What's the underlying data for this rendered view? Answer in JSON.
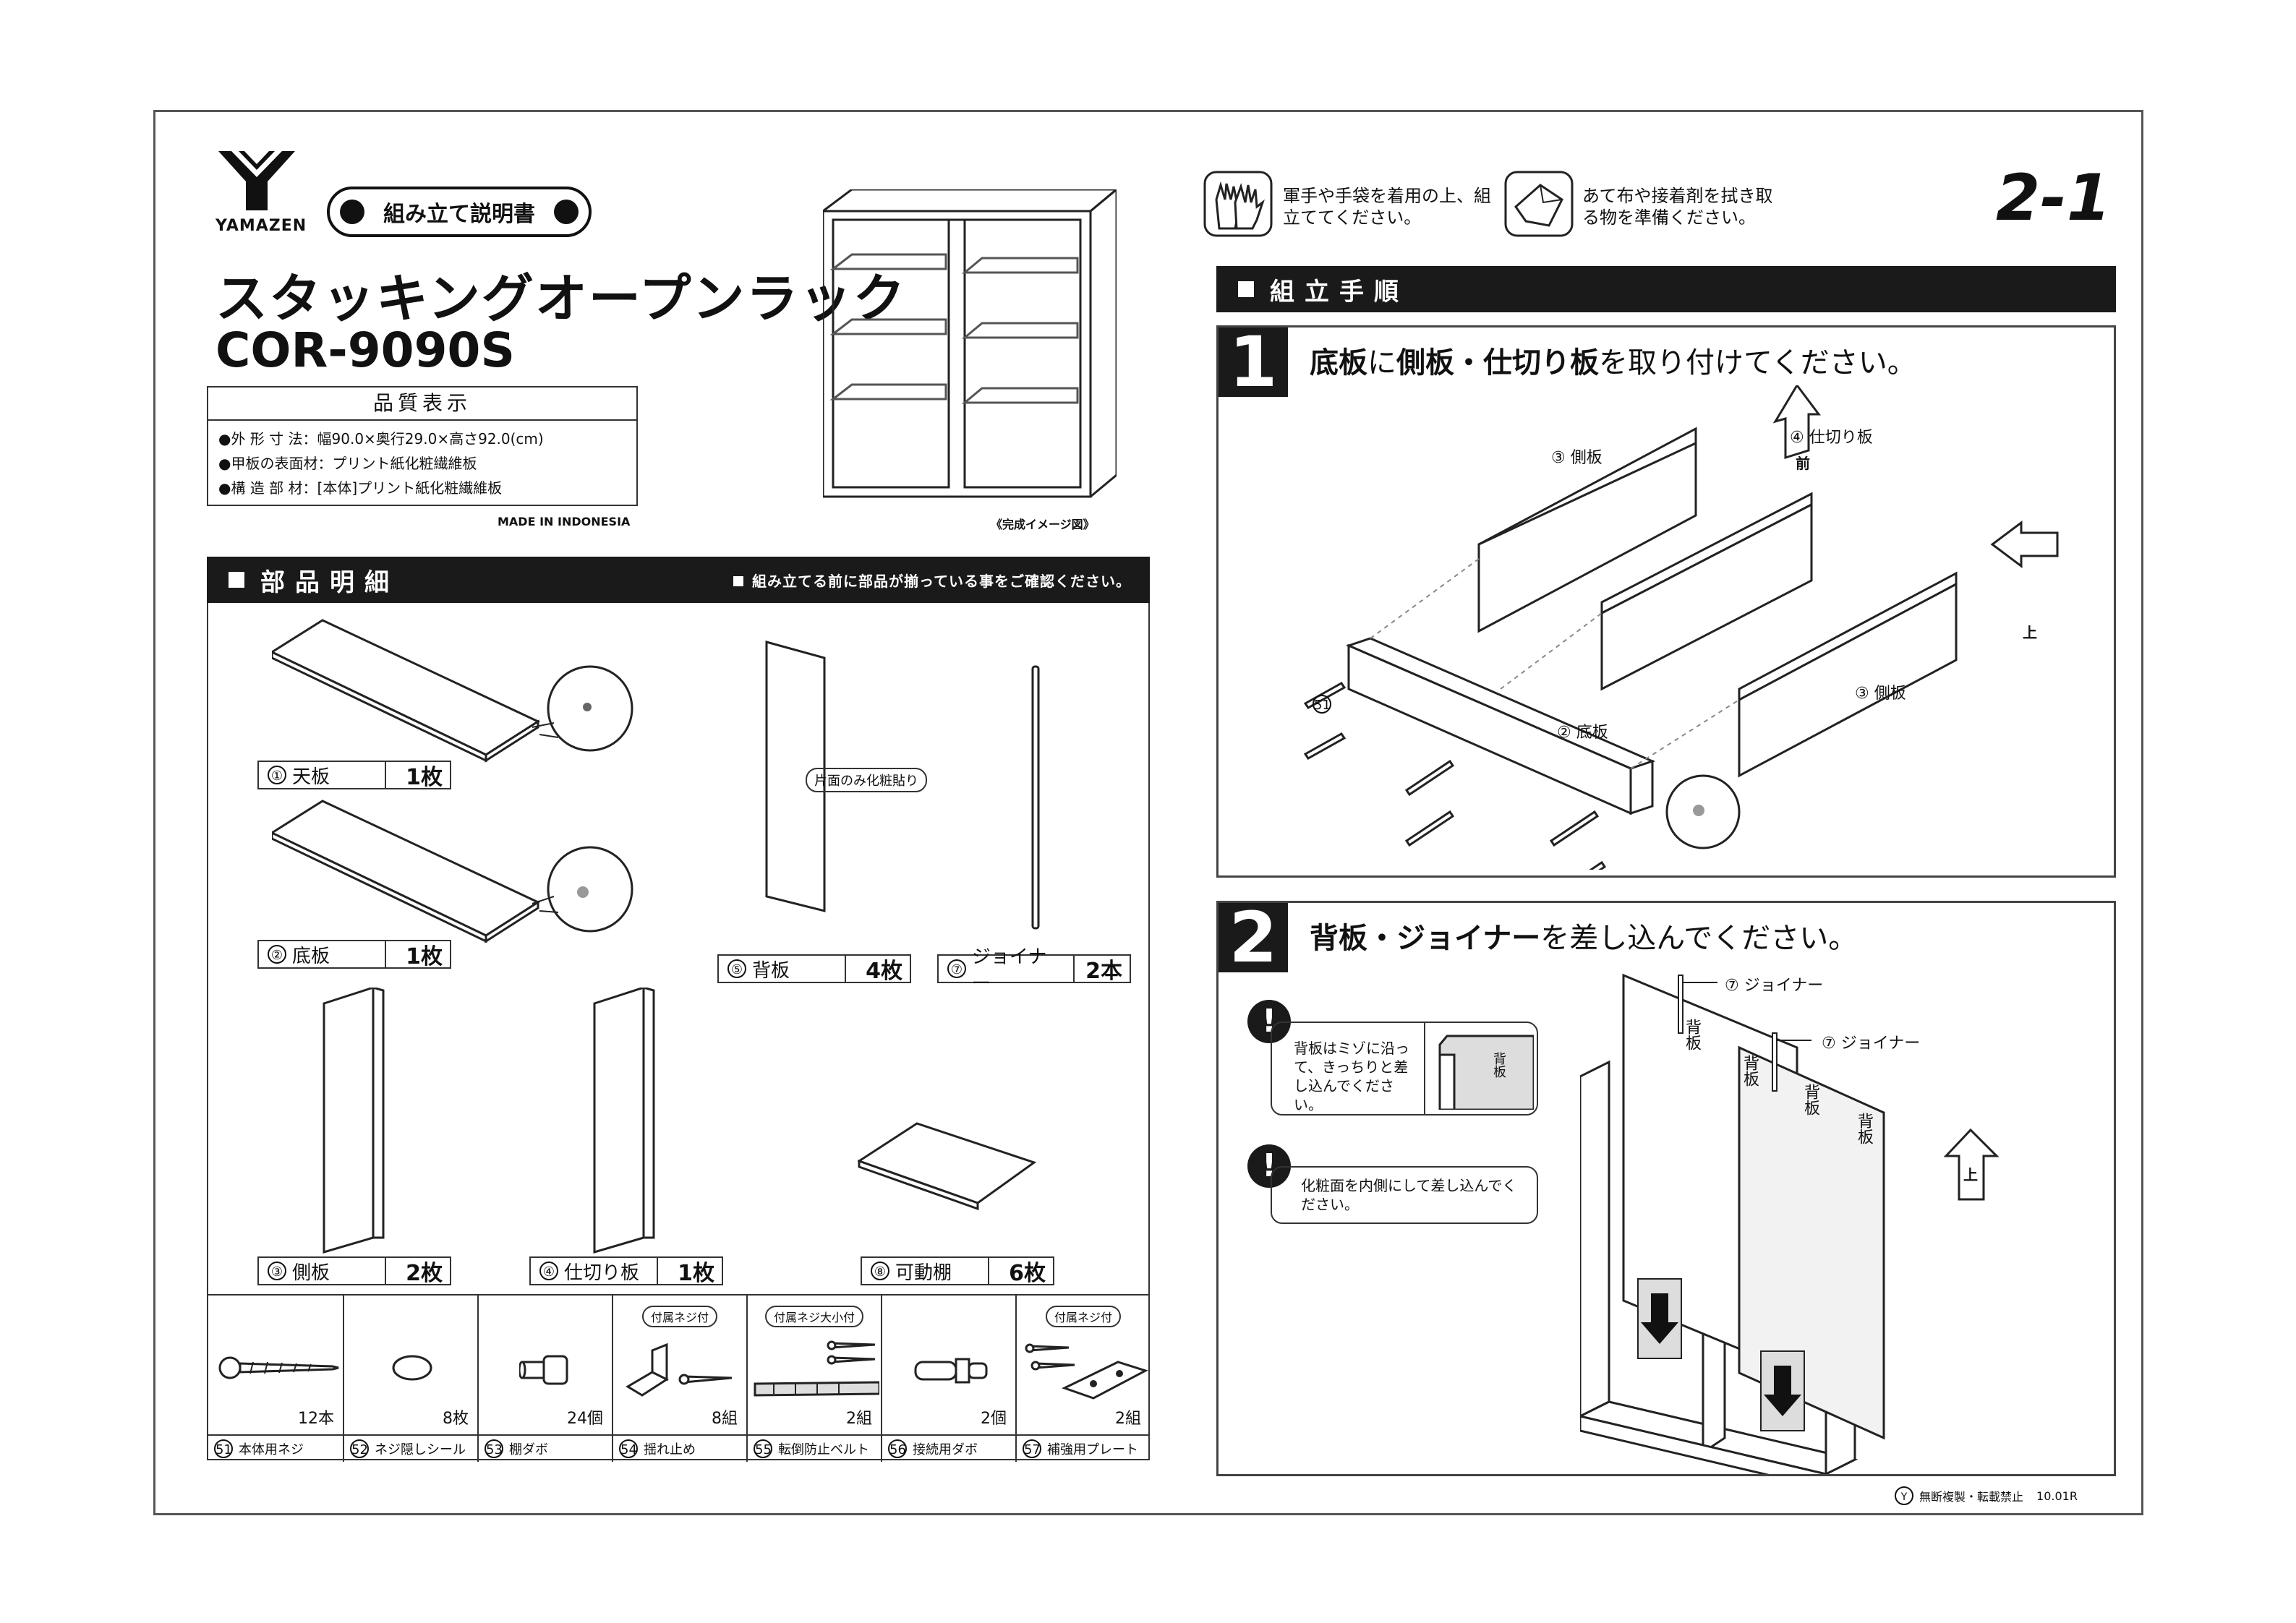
{
  "brand": {
    "name": "YAMAZEN"
  },
  "header": {
    "pill_label": "組み立て説明書",
    "title": "スタッキングオープンラック",
    "model": "COR-9090S",
    "page_number": "2-1"
  },
  "quality": {
    "heading": "品質表示",
    "lines": [
      "●外 形 寸 法：幅90.0×奥行29.0×高さ92.0(cm)",
      "●甲板の表面材：プリント紙化粧繊維板",
      "●構 造 部 材：[本体]プリント紙化粧繊維板"
    ],
    "origin": "MADE IN INDONESIA"
  },
  "completed_caption": "《完成イメージ図》",
  "parts_section": {
    "title": "部品明細",
    "note": "組み立てる前に部品が揃っている事をご確認ください。",
    "boards": [
      {
        "num": "①",
        "name": "天板",
        "qty": "1枚"
      },
      {
        "num": "②",
        "name": "底板",
        "qty": "1枚"
      },
      {
        "num": "③",
        "name": "側板",
        "qty": "2枚"
      },
      {
        "num": "④",
        "name": "仕切り板",
        "qty": "1枚"
      },
      {
        "num": "⑤",
        "name": "背板",
        "qty": "4枚"
      },
      {
        "num": "⑦",
        "name": "ジョイナー",
        "qty": "2本"
      },
      {
        "num": "⑧",
        "name": "可動棚",
        "qty": "6枚"
      }
    ],
    "back_panel_note": "片面のみ化粧貼り",
    "hardware": [
      {
        "num": "51",
        "name": "本体用ネジ",
        "count": "12本",
        "tag": ""
      },
      {
        "num": "52",
        "name": "ネジ隠しシール",
        "count": "8枚",
        "tag": ""
      },
      {
        "num": "53",
        "name": "棚ダボ",
        "count": "24個",
        "tag": ""
      },
      {
        "num": "54",
        "name": "揺れ止め",
        "count": "8組",
        "tag": "付属ネジ付"
      },
      {
        "num": "55",
        "name": "転倒防止ベルト",
        "count": "2組",
        "tag": "付属ネジ大小付"
      },
      {
        "num": "56",
        "name": "接続用ダボ",
        "count": "2個",
        "tag": ""
      },
      {
        "num": "57",
        "name": "補強用プレート",
        "count": "2組",
        "tag": "付属ネジ付"
      }
    ]
  },
  "cautions": [
    {
      "text": "軍手や手袋を着用の上、組立ててください。"
    },
    {
      "text": "あて布や接着剤を拭き取る物を準備ください。"
    }
  ],
  "steps_section": {
    "title": "組立手順"
  },
  "step1": {
    "num": "1",
    "title_parts": [
      "底板",
      "に",
      "側板・仕切り板",
      "を取り付けてください。"
    ],
    "labels": {
      "side_left": "③ 側板",
      "divider": "④ 仕切り板",
      "side_right": "③ 側板",
      "bottom": "② 底板",
      "screw": "51",
      "front": "前",
      "up": "上"
    }
  },
  "step2": {
    "num": "2",
    "title_parts": [
      "背板・ジョイナー",
      "を差し込んでください。"
    ],
    "note1": "背板はミゾに沿って、きっちりと差し込んでください。",
    "note2": "化粧面を内側にして差し込んでください。",
    "inset_label": "背板",
    "joiner_label": "⑦ ジョイナー",
    "back_label": "背板",
    "up": "上"
  },
  "footer": {
    "copyright": "無断複製・転載禁止",
    "code": "10.01R"
  }
}
